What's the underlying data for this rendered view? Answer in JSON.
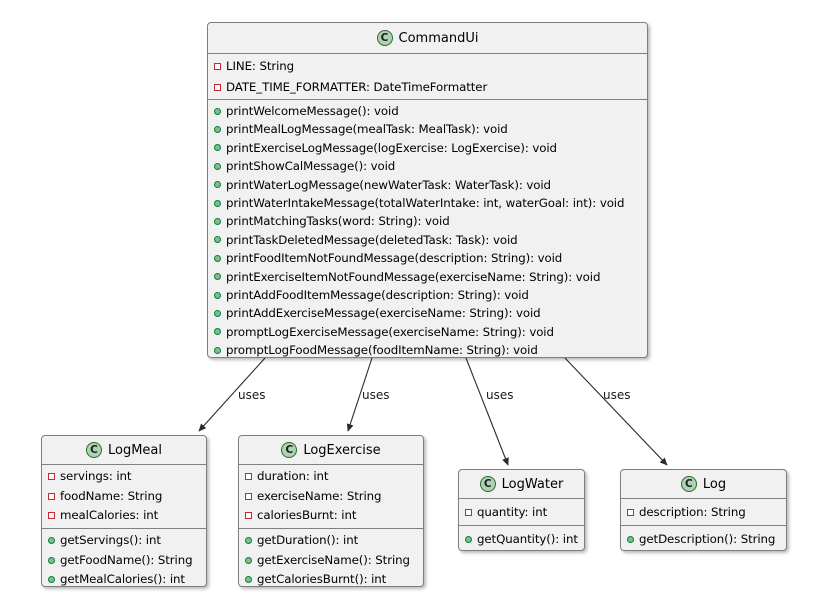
{
  "colors": {
    "box_fill": "#F1F1F1",
    "box_border": "#7F7F7F",
    "class_icon_fill": "#ADD1B2",
    "class_icon_border": "#33682D",
    "private_icon_color": "#C82930",
    "public_icon_fill": "#84BE84",
    "public_icon_border": "#038048",
    "arrow_color": "#2B2B2B",
    "text_color": "#000000"
  },
  "classes": [
    {
      "id": "command-ui",
      "icon_letter": "C",
      "name": "CommandUi",
      "fields": [
        "LINE: String",
        "DATE_TIME_FORMATTER: DateTimeFormatter"
      ],
      "methods": [
        "printWelcomeMessage(): void",
        "printMealLogMessage(mealTask: MealTask): void",
        "printExerciseLogMessage(logExercise: LogExercise): void",
        "printShowCalMessage(): void",
        "printWaterLogMessage(newWaterTask: WaterTask): void",
        "printWaterIntakeMessage(totalWaterIntake: int, waterGoal: int): void",
        "printMatchingTasks(word: String): void",
        "printTaskDeletedMessage(deletedTask: Task): void",
        "printFoodItemNotFoundMessage(description: String): void",
        "printExerciseItemNotFoundMessage(exerciseName: String): void",
        "printAddFoodItemMessage(description: String): void",
        "printAddExerciseMessage(exerciseName: String): void",
        "promptLogExerciseMessage(exerciseName: String): void",
        "promptLogFoodMessage(foodItemName: String): void"
      ]
    },
    {
      "id": "log-meal",
      "icon_letter": "C",
      "name": "LogMeal",
      "fields": [
        "servings: int",
        "foodName: String",
        "mealCalories: int"
      ],
      "methods": [
        "getServings(): int",
        "getFoodName(): String",
        "getMealCalories(): int"
      ]
    },
    {
      "id": "log-exercise",
      "icon_letter": "C",
      "name": "LogExercise",
      "fields": [
        "duration: int",
        "exerciseName: String",
        "caloriesBurnt: int"
      ],
      "methods": [
        "getDuration(): int",
        "getExerciseName(): String",
        "getCaloriesBurnt(): int"
      ]
    },
    {
      "id": "log-water",
      "icon_letter": "C",
      "name": "LogWater",
      "fields": [
        "quantity: int"
      ],
      "methods": [
        "getQuantity(): int"
      ]
    },
    {
      "id": "log",
      "icon_letter": "C",
      "name": "Log",
      "fields": [
        "description: String"
      ],
      "methods": [
        "getDescription(): String"
      ]
    }
  ],
  "edges": [
    {
      "label": "uses",
      "from": "CommandUi",
      "to": "LogMeal"
    },
    {
      "label": "uses",
      "from": "CommandUi",
      "to": "LogExercise"
    },
    {
      "label": "uses",
      "from": "CommandUi",
      "to": "LogWater"
    },
    {
      "label": "uses",
      "from": "CommandUi",
      "to": "Log"
    }
  ]
}
